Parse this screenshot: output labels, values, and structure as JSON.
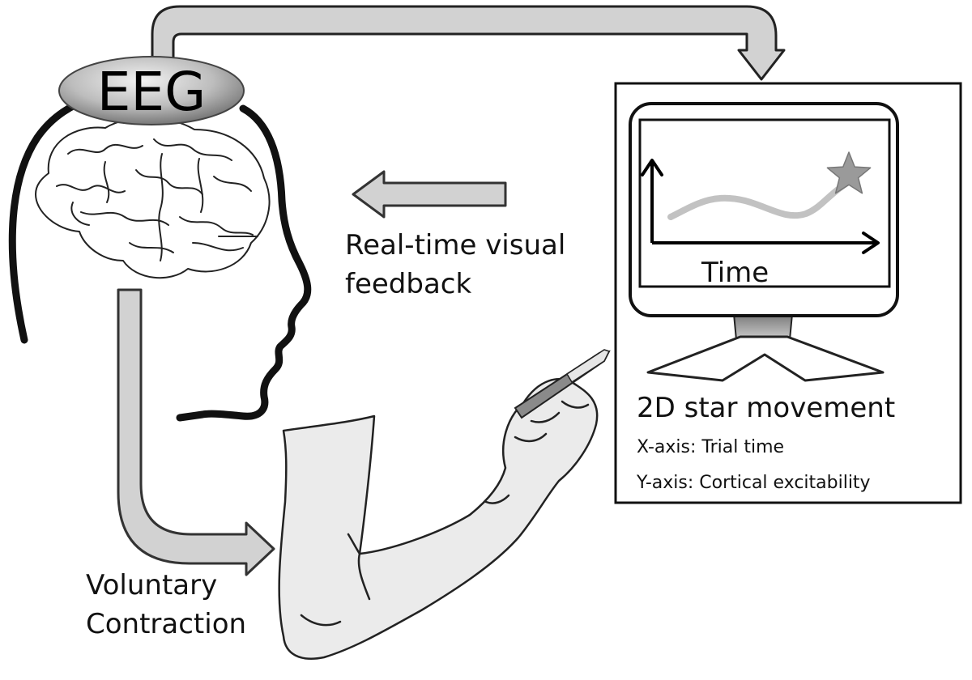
{
  "headset": {
    "label": "EEG"
  },
  "feedback": {
    "line1": "Real-time visual",
    "line2": "feedback"
  },
  "contraction": {
    "line1": "Voluntary",
    "line2": "Contraction"
  },
  "monitor": {
    "screen_axis_label": "Time",
    "caption_title": "2D star movement",
    "x_axis_description": "X-axis: Trial time",
    "y_axis_description": "Y-axis: Cortical excitability"
  },
  "colors": {
    "arrow_fill": "#d2d2d2",
    "star_fill": "#9a9a9a",
    "trace_stroke": "#c2c2c2",
    "arm_fill": "#ebebeb"
  }
}
